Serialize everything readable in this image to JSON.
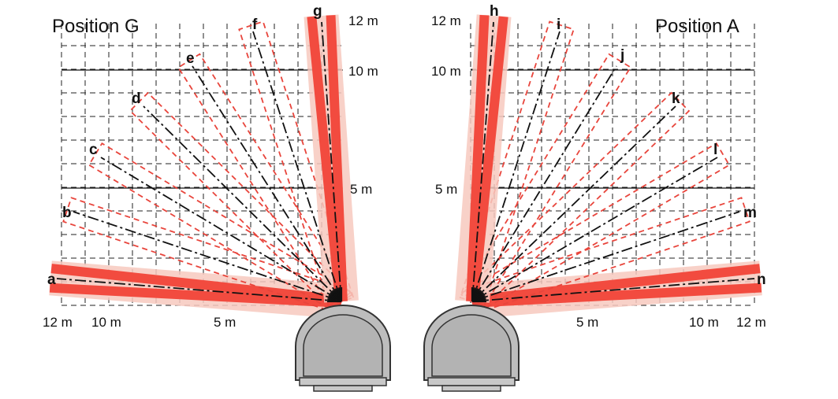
{
  "left_panel": {
    "title": "Position G",
    "scale_labels": {
      "top": "12 m",
      "ten": "10 m",
      "five": "5 m"
    },
    "bottom_labels": {
      "twelve": "12 m",
      "ten": "10 m",
      "five": "5 m"
    },
    "ray_labels": {
      "a": "a",
      "b": "b",
      "c": "c",
      "d": "d",
      "e": "e",
      "f": "f",
      "g": "g"
    }
  },
  "right_panel": {
    "title": "Position A",
    "scale_labels": {
      "top": "12 m",
      "ten": "10 m",
      "five": "5 m"
    },
    "bottom_labels": {
      "five": "5 m",
      "ten": "10 m",
      "twelve": "12 m"
    },
    "ray_labels": {
      "h": "h",
      "i": "i",
      "j": "j",
      "k": "k",
      "l": "l",
      "m": "m",
      "n": "n"
    }
  },
  "colors": {
    "beam": "#f24b3f",
    "beam_glow": "#f7c9be",
    "dashed_zone": "#e8453c",
    "grid": "#222222",
    "center_line": "#111111",
    "sensor_body": "#bdbdbd",
    "sensor_edge": "#333333"
  }
}
